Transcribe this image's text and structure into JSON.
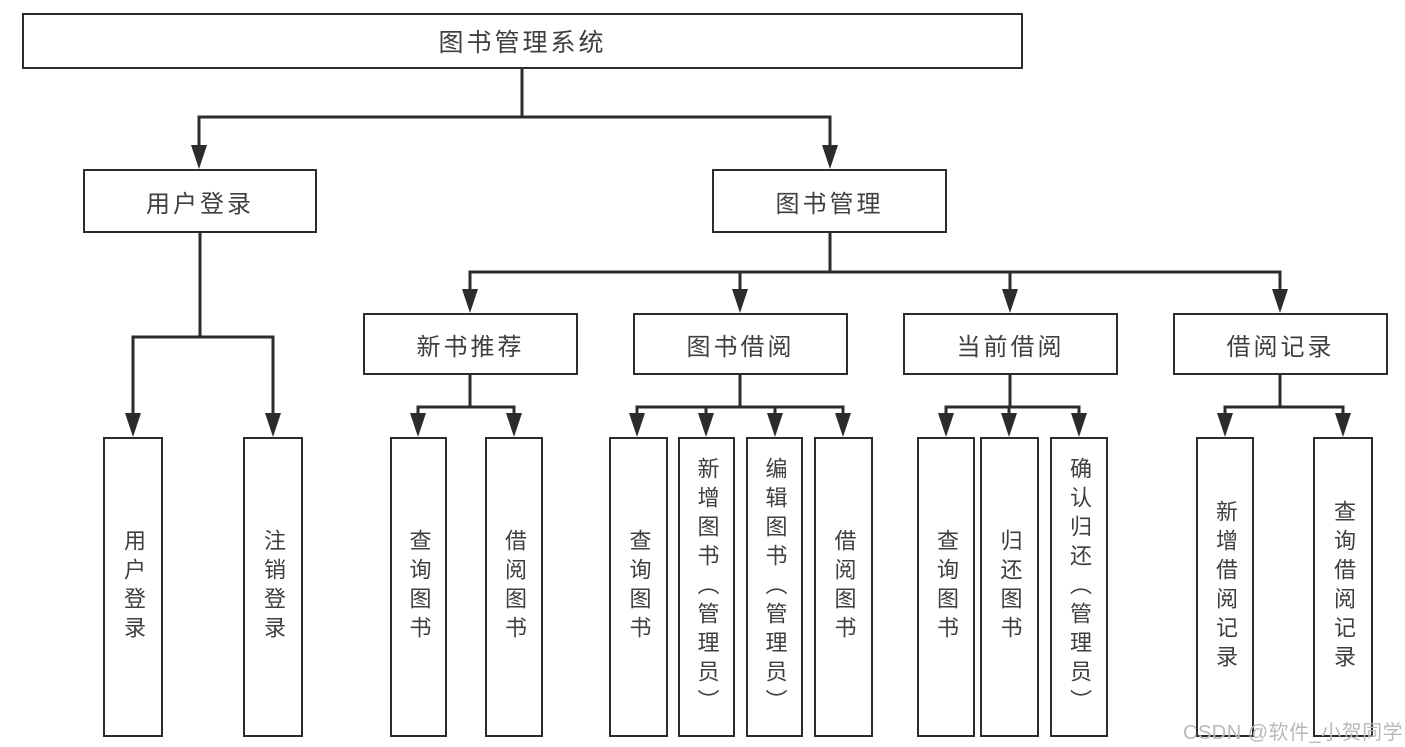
{
  "diagram": {
    "root": "图书管理系统",
    "level2": {
      "user_login": "用户登录",
      "book_mgmt": "图书管理"
    },
    "level3": {
      "new_book": "新书推荐",
      "book_borrow": "图书借阅",
      "current_borrow": "当前借阅",
      "borrow_record": "借阅记录"
    },
    "leaves": {
      "user_login": "用户登录",
      "logout": "注销登录",
      "nb_query": "查询图书",
      "nb_borrow": "借阅图书",
      "bb_query": "查询图书",
      "bb_add": "新增图书（管理员）",
      "bb_edit": "编辑图书（管理员）",
      "bb_borrow": "借阅图书",
      "cb_query": "查询图书",
      "cb_return": "归还图书",
      "cb_confirm": "确认归还（管理员）",
      "br_add": "新增借阅记录",
      "br_query": "查询借阅记录"
    }
  },
  "watermark": "CSDN @软件_小贺同学",
  "colors": {
    "line": "#2c2c2c",
    "text": "#3f3f3f",
    "watermark": "#b9b9bd",
    "background": "#ffffff"
  }
}
